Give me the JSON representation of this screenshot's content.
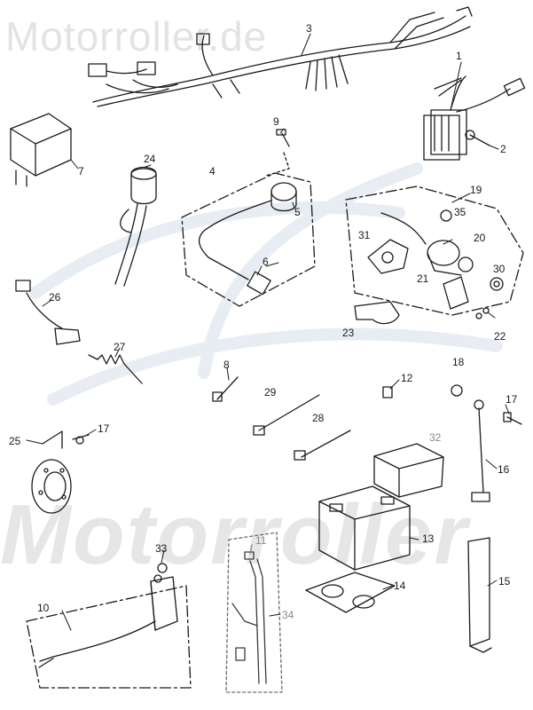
{
  "watermark_top": "Motorroller.de",
  "watermark_mid": "Motorroller",
  "callouts": [
    {
      "id": "c1",
      "text": "1"
    },
    {
      "id": "c2",
      "text": "2"
    },
    {
      "id": "c3",
      "text": "3"
    },
    {
      "id": "c4",
      "text": "4"
    },
    {
      "id": "c5",
      "text": "5"
    },
    {
      "id": "c6",
      "text": "6"
    },
    {
      "id": "c7",
      "text": "7"
    },
    {
      "id": "c8",
      "text": "8"
    },
    {
      "id": "c9",
      "text": "9"
    },
    {
      "id": "c10",
      "text": "10"
    },
    {
      "id": "c11",
      "text": "11"
    },
    {
      "id": "c12",
      "text": "12"
    },
    {
      "id": "c13",
      "text": "13"
    },
    {
      "id": "c14",
      "text": "14"
    },
    {
      "id": "c15",
      "text": "15"
    },
    {
      "id": "c16",
      "text": "16"
    },
    {
      "id": "c17a",
      "text": "17"
    },
    {
      "id": "c17b",
      "text": "17"
    },
    {
      "id": "c18",
      "text": "18"
    },
    {
      "id": "c19",
      "text": "19"
    },
    {
      "id": "c20",
      "text": "20"
    },
    {
      "id": "c21",
      "text": "21"
    },
    {
      "id": "c22",
      "text": "22"
    },
    {
      "id": "c23",
      "text": "23"
    },
    {
      "id": "c24",
      "text": "24"
    },
    {
      "id": "c25",
      "text": "25"
    },
    {
      "id": "c26",
      "text": "26"
    },
    {
      "id": "c27",
      "text": "27"
    },
    {
      "id": "c28",
      "text": "28"
    },
    {
      "id": "c29",
      "text": "29"
    },
    {
      "id": "c30",
      "text": "30"
    },
    {
      "id": "c31",
      "text": "31"
    },
    {
      "id": "c32",
      "text": "32"
    },
    {
      "id": "c33",
      "text": "33"
    },
    {
      "id": "c34",
      "text": "34"
    },
    {
      "id": "c35",
      "text": "35"
    }
  ]
}
